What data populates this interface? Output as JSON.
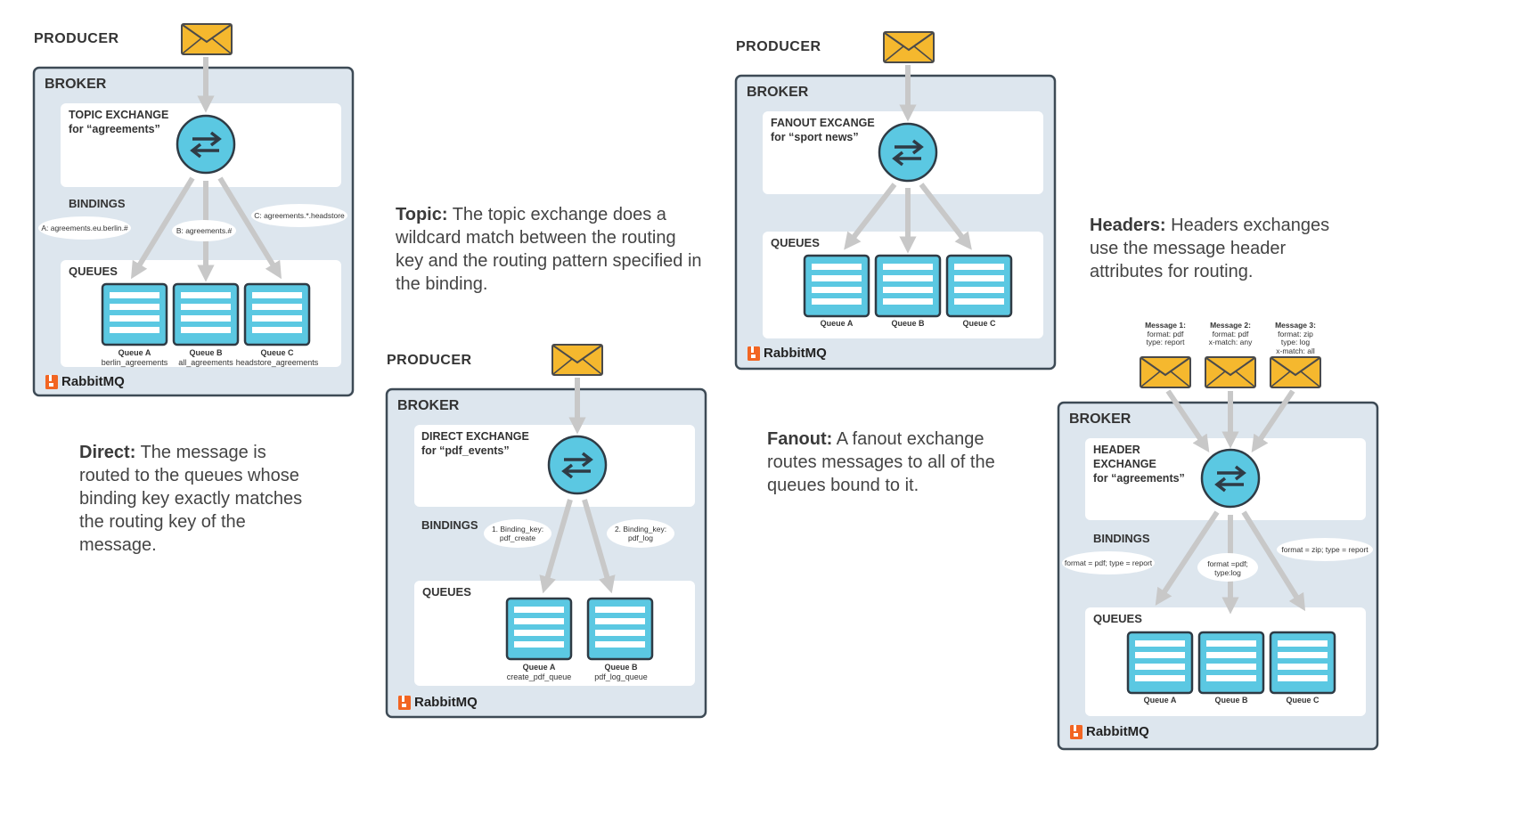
{
  "topic": {
    "producer": "PRODUCER",
    "broker": "BROKER",
    "exchange_line1": "TOPIC EXCHANGE",
    "exchange_line2": "for “agreements”",
    "bindings": "BINDINGS",
    "binding_a": "A: agreements.eu.berlin.#",
    "binding_b": "B: agreements.#",
    "binding_c": "C: agreements.*.headstore",
    "queues": "QUEUES",
    "queue_a_name": "Queue A",
    "queue_a_key": "berlin_agreements",
    "queue_b_name": "Queue B",
    "queue_b_key": "all_agreements",
    "queue_c_name": "Queue C",
    "queue_c_key": "headstore_agreements",
    "brand": "RabbitMQ"
  },
  "direct": {
    "producer": "PRODUCER",
    "broker": "BROKER",
    "exchange_line1": "DIRECT EXCHANGE",
    "exchange_line2": "for “pdf_events”",
    "bindings": "BINDINGS",
    "binding_1_line1": "1. Binding_key:",
    "binding_1_line2": "pdf_create",
    "binding_2_line1": "2. Binding_key:",
    "binding_2_line2": "pdf_log",
    "queues": "QUEUES",
    "queue_a_name": "Queue A",
    "queue_a_key": "create_pdf_queue",
    "queue_b_name": "Queue B",
    "queue_b_key": "pdf_log_queue",
    "brand": "RabbitMQ"
  },
  "fanout": {
    "producer": "PRODUCER",
    "broker": "BROKER",
    "exchange_line1": "FANOUT EXCANGE",
    "exchange_line2": "for “sport news”",
    "queues": "QUEUES",
    "queue_a_name": "Queue A",
    "queue_b_name": "Queue B",
    "queue_c_name": "Queue C",
    "brand": "RabbitMQ"
  },
  "headers": {
    "message_1": [
      "Message 1:",
      "format: pdf",
      "type: report"
    ],
    "message_2": [
      "Message 2:",
      "format: pdf",
      "x-match: any"
    ],
    "message_3": [
      "Message 3:",
      "format: zip",
      "type: log",
      "x-match: all"
    ],
    "broker": "BROKER",
    "exchange_line1": "HEADER",
    "exchange_line2": "EXCHANGE",
    "exchange_line3": "for “agreements”",
    "bindings": "BINDINGS",
    "binding_a": "format = pdf; type = report",
    "binding_b_line1": "format =pdf;",
    "binding_b_line2": "type:log",
    "binding_c": "format = zip; type = report",
    "queues": "QUEUES",
    "queue_a_name": "Queue A",
    "queue_b_name": "Queue B",
    "queue_c_name": "Queue C",
    "brand": "RabbitMQ"
  },
  "descriptions": {
    "topic_title": "Topic:",
    "topic_text": "The topic exchange does a wildcard match between the routing key and the routing pattern specified in the binding.",
    "direct_title": "Direct:",
    "direct_text": "The message is routed to the queues whose binding key exactly matches the routing key of the message.",
    "fanout_title": "Fanout:",
    "fanout_text": "A fanout exchange routes messages to all of the queues bound to it.",
    "headers_title": "Headers:",
    "headers_text": "Headers exchanges use the message header attributes for routing."
  },
  "colors": {
    "broker_bg": "#dde6ee",
    "broker_border": "#3d4a55",
    "exchange_fill": "#5bc8e2",
    "queue_fill": "#5bc8e2",
    "envelope": "#f5b82e",
    "arrow": "#c8c8c8",
    "brand_orange": "#f26522"
  }
}
